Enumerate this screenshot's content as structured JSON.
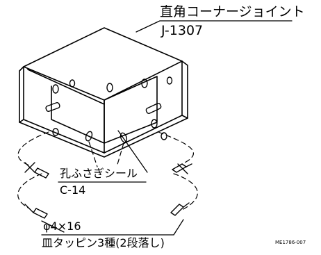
{
  "part": {
    "name": "直角コーナージョイント",
    "code": "J-1307"
  },
  "cap": {
    "name": "孔ふさぎシール",
    "code": "C-14"
  },
  "screw": {
    "size": "φ4×16",
    "type": "皿タッピン3種(2段落し)"
  },
  "figure_id": "ME1786-007",
  "colors": {
    "ink": "#000000",
    "paper": "#ffffff"
  }
}
